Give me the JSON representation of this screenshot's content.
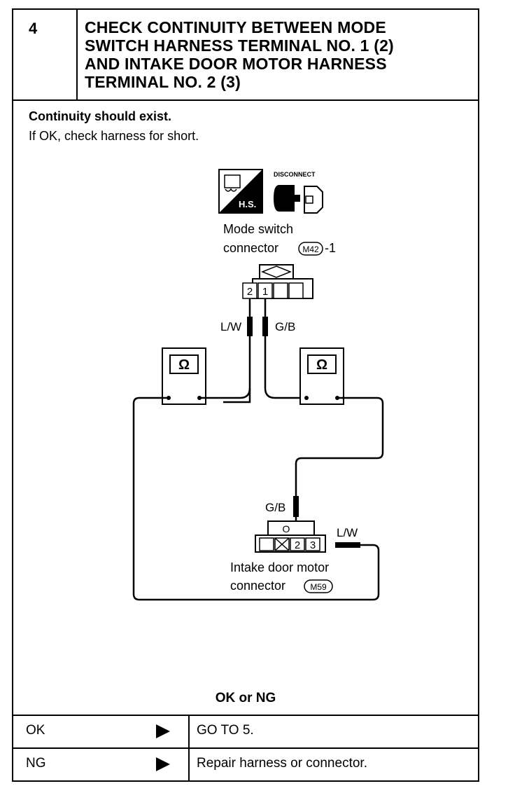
{
  "step": {
    "number": "4",
    "title_lines": [
      "CHECK CONTINUITY BETWEEN MODE",
      "SWITCH HARNESS TERMINAL NO. 1 (2)",
      "AND INTAKE DOOR MOTOR HARNESS",
      "TERMINAL NO. 2 (3)"
    ]
  },
  "check": {
    "main": "Continuity should exist.",
    "sub": "If OK, check harness for short."
  },
  "diagram": {
    "hs_label": "H.S.",
    "disconnect_label": "DISCONNECT",
    "mode_switch_line1": "Mode switch",
    "mode_switch_line2": "connector",
    "mode_switch_code": "M42",
    "mode_switch_suffix": "-1",
    "mode_pin_2": "2",
    "mode_pin_1": "1",
    "wire_lw": "L/W",
    "wire_gb": "G/B",
    "ohm_symbol": "Ω",
    "intake_wire_gb": "G/B",
    "intake_wire_lw": "L/W",
    "intake_pin_2": "2",
    "intake_pin_3": "3",
    "intake_marker": "O",
    "intake_line1": "Intake door motor",
    "intake_line2": "connector",
    "intake_code": "M59"
  },
  "results": {
    "title": "OK or NG",
    "rows": [
      {
        "label": "OK",
        "action": "GO TO 5."
      },
      {
        "label": "NG",
        "action": "Repair harness or connector."
      }
    ]
  }
}
